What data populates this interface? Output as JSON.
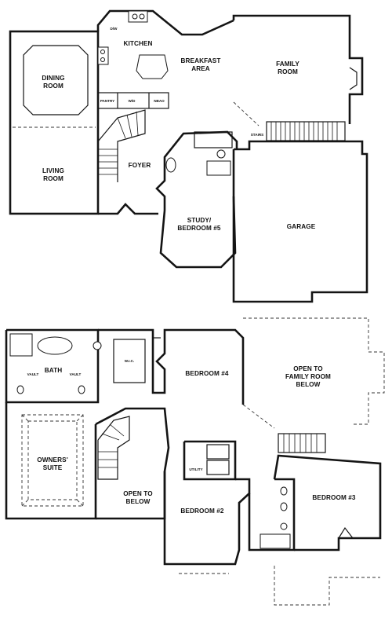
{
  "first_floor": {
    "kitchen": "KITCHEN",
    "breakfast": [
      "BREAKFAST",
      "AREA"
    ],
    "family": [
      "FAMILY",
      "ROOM"
    ],
    "dining": [
      "DINING",
      "ROOM"
    ],
    "living": [
      "LIVING",
      "ROOM"
    ],
    "foyer": "FOYER",
    "study": [
      "STUDY/",
      "BEDROOM #5"
    ],
    "garage": "GARAGE",
    "pantry": "PANTRY",
    "wd": "W/D",
    "nbao": "NBAO",
    "dw": "D/W",
    "stairs_tag": "STAIRS"
  },
  "second_floor": {
    "bath": "BATH",
    "vault_left": "VAULT",
    "vault_right": "VAULT",
    "wic": "W.I.C.",
    "bedroom4": "BEDROOM #4",
    "open_family": [
      "OPEN TO",
      "FAMILY ROOM",
      "BELOW"
    ],
    "owners": [
      "OWNERS'",
      "SUITE"
    ],
    "open_below": [
      "OPEN TO",
      "BELOW"
    ],
    "utility": "UTILITY",
    "bedroom2": "BEDROOM #2",
    "bedroom3": "BEDROOM #3"
  }
}
